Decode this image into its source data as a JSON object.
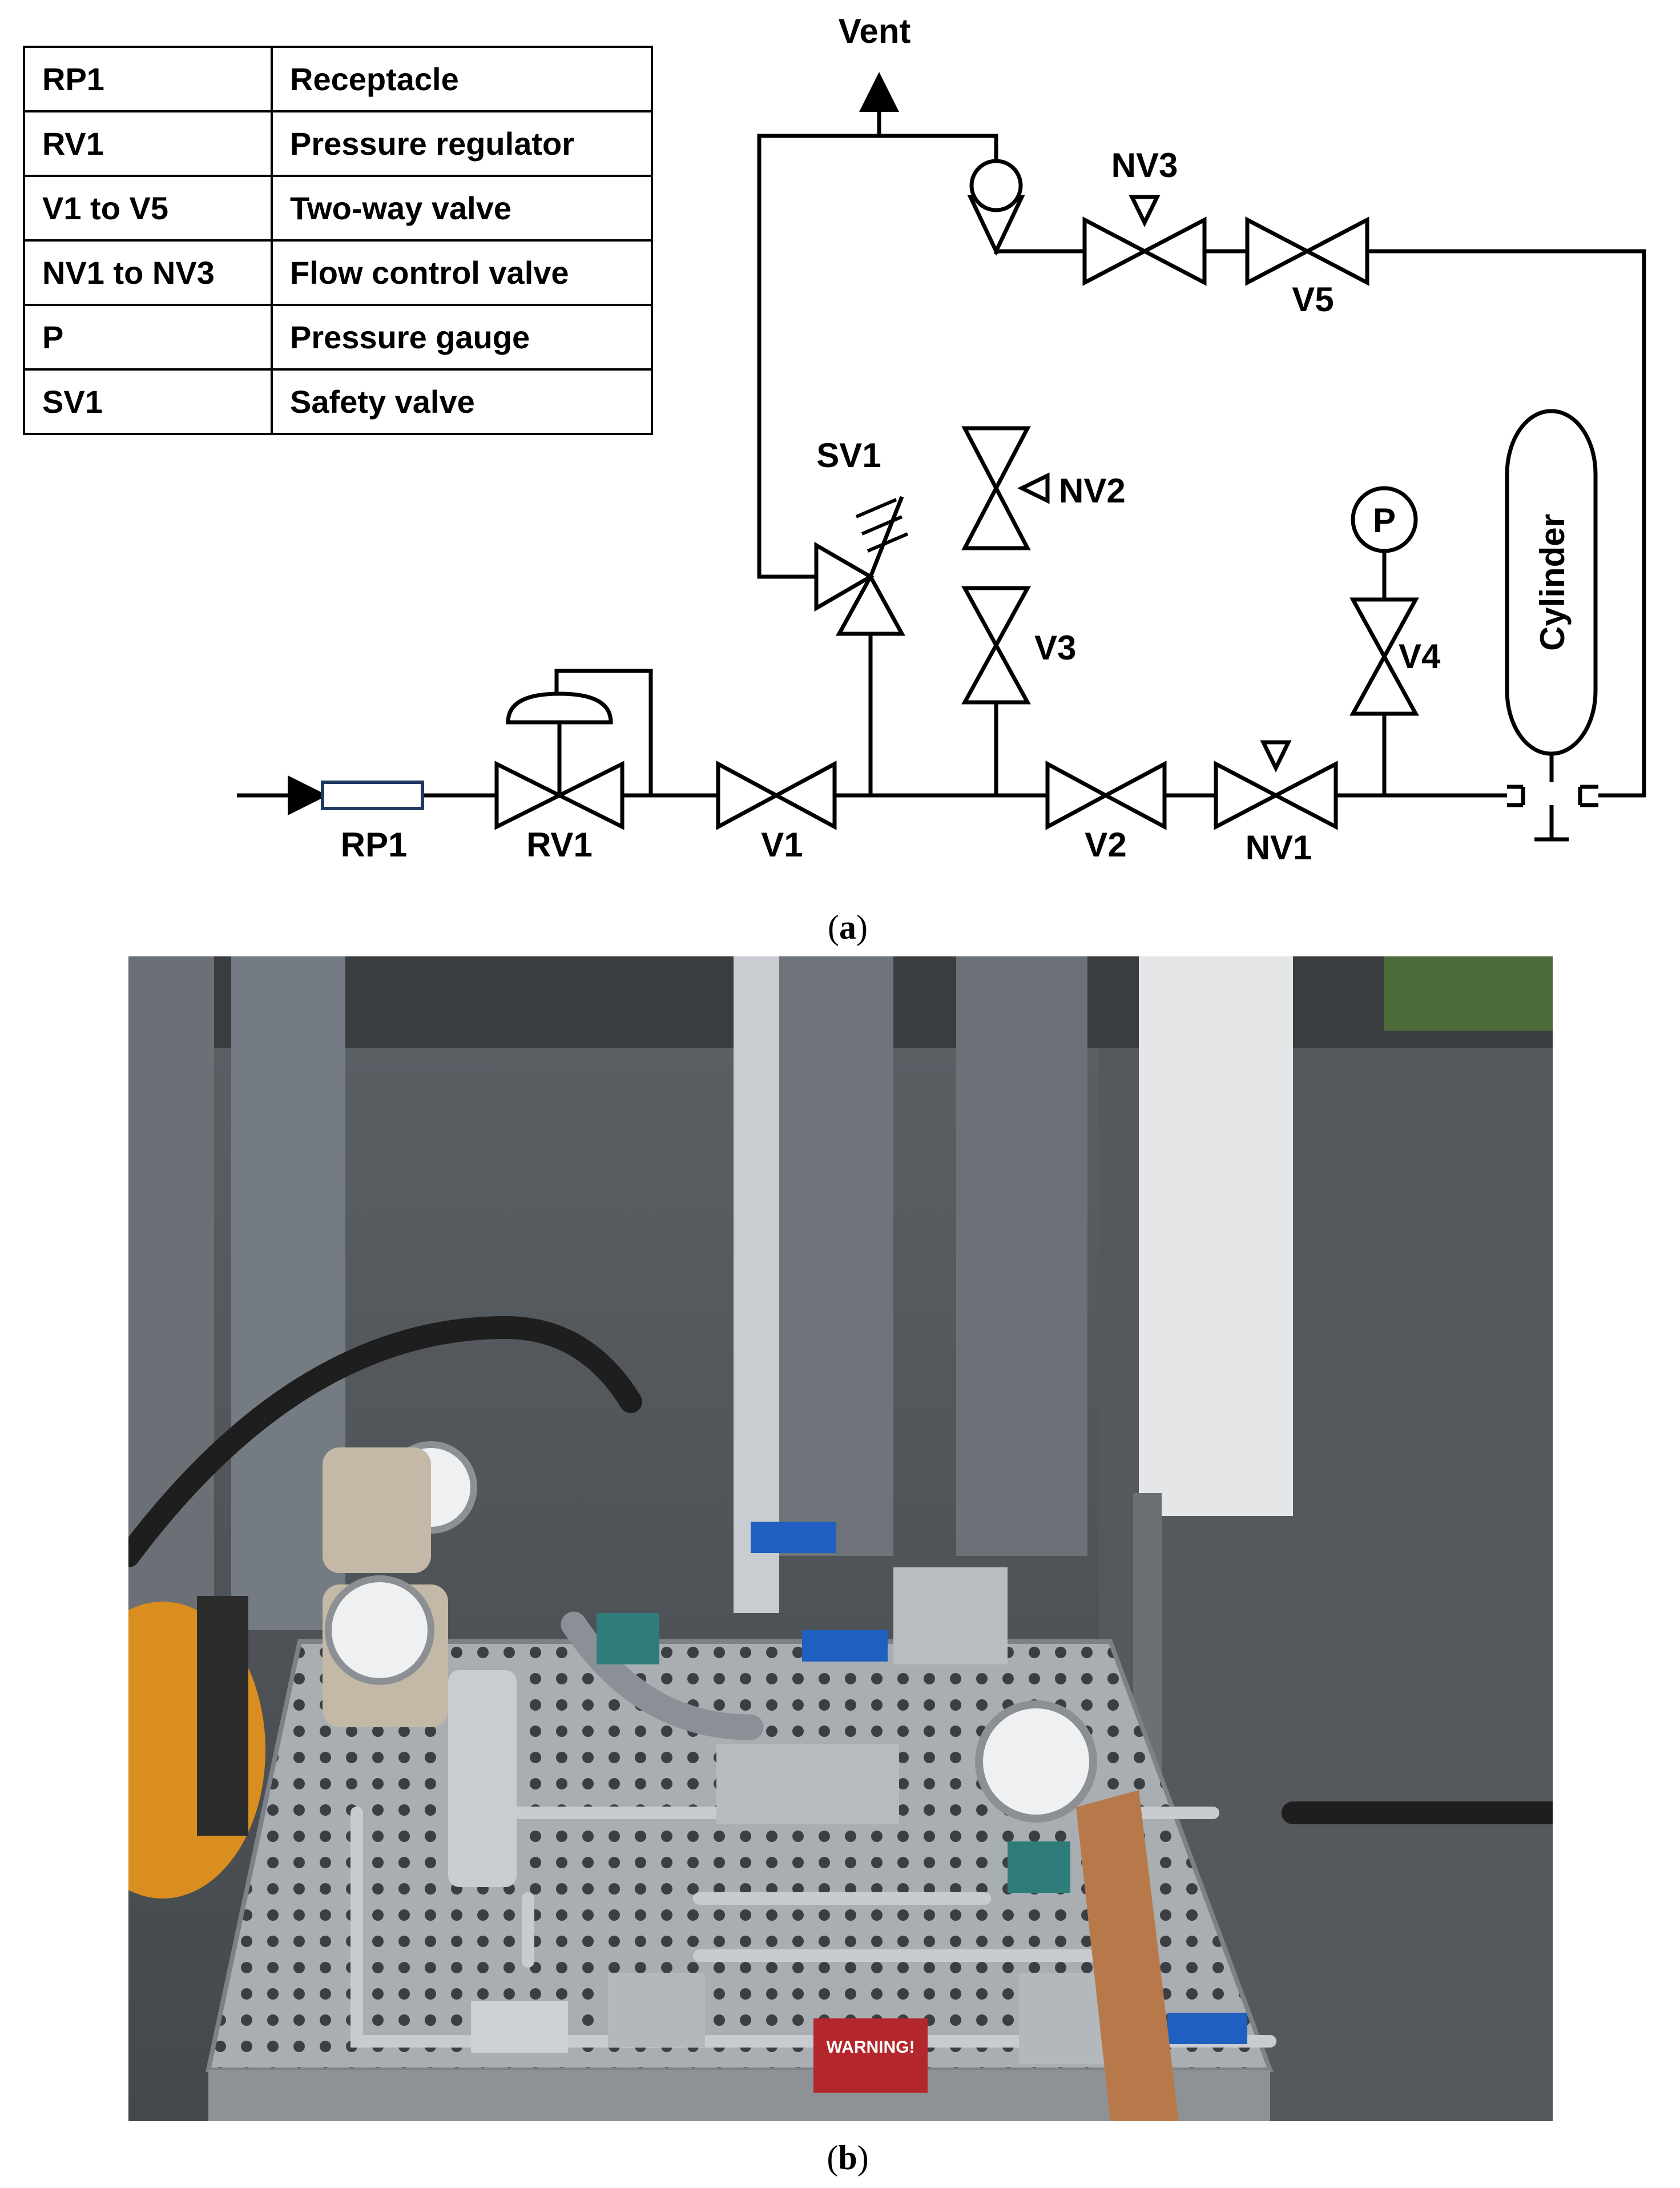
{
  "legend": {
    "rows": [
      {
        "code": "RP1",
        "desc": "Receptacle"
      },
      {
        "code": "RV1",
        "desc": "Pressure regulator"
      },
      {
        "code": "V1 to V5",
        "desc": "Two-way valve"
      },
      {
        "code": "NV1 to NV3",
        "desc": "Flow control valve"
      },
      {
        "code": "P",
        "desc": "Pressure gauge"
      },
      {
        "code": "SV1",
        "desc": "Safety valve"
      }
    ]
  },
  "schematic": {
    "labels": {
      "vent": "Vent",
      "rp1": "RP1",
      "rv1": "RV1",
      "v1": "V1",
      "v2": "V2",
      "v3": "V3",
      "v4": "V4",
      "v5": "V5",
      "nv1": "NV1",
      "nv2": "NV2",
      "nv3": "NV3",
      "sv1": "SV1",
      "gauge": "P",
      "cylinder": "Cylinder"
    }
  },
  "captions": {
    "a": "a",
    "b": "b"
  },
  "photo": {
    "warning_label": "WARNING!"
  },
  "colors": {
    "line": "#000000",
    "receptacle": "#1f3864",
    "grating": "#9aa0a6",
    "cylinder_orange": "#d98e1f",
    "valve_blue": "#1f5fbf",
    "warning_red": "#b3262b"
  }
}
